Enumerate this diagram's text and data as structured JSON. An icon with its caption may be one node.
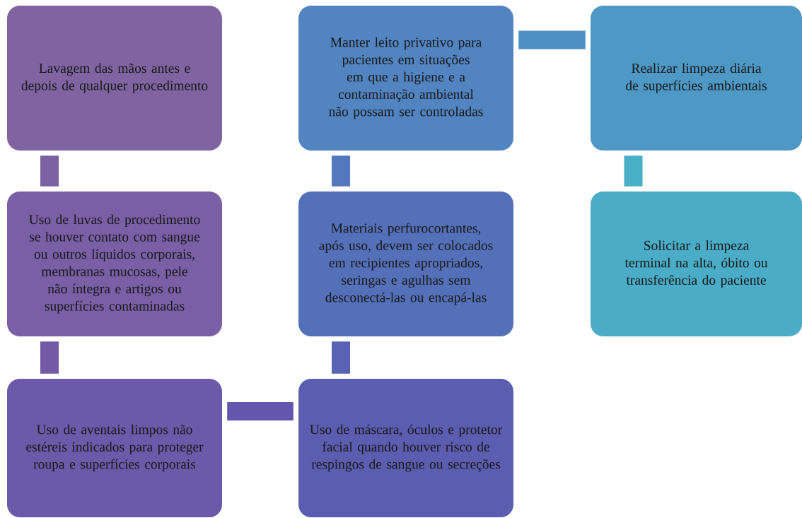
{
  "diagram": {
    "nodes": [
      {
        "text": [
          "Lavagem das mãos antes e depois de qualquer procedimento"
        ]
      },
      {
        "text": [
          "Uso de luvas de procedimento se houver contato com sangue ou outros líquidos corporais, membranas mucosas, pele não íntegra e artigos ou superfícies contaminadas"
        ]
      },
      {
        "text": [
          "Uso de aventais limpos não estéreis indicados para proteger roupa e superfícies corporais"
        ]
      },
      {
        "text": [
          "Uso de máscara, óculos e protetor facial quando houver risco de respingos de sangue ou secreções"
        ]
      },
      {
        "text": [
          "Materiais perfurocortantes, após uso, devem ser colocados em recipientes apropriados, seringas e agulhas sem desconectá-las ou encapá-las"
        ]
      },
      {
        "text": [
          "Manter leito privativo para pacientes em situações em que a higiene e a contaminação ambiental não possam ser controladas"
        ]
      },
      {
        "text": [
          "Realizar limpeza diária de superfícies ambientais"
        ]
      },
      {
        "text": [
          "Solicitar a limpeza terminal na alta, óbito ou transferência do paciente"
        ]
      }
    ],
    "edges": [
      {
        "from": 0,
        "to": 1,
        "arrow": "none",
        "color": "#7d62a3"
      },
      {
        "from": 1,
        "to": 2,
        "arrow": "none",
        "color": "#7459a7"
      },
      {
        "from": 2,
        "to": 3,
        "arrow": "none",
        "color": "#6556ad"
      },
      {
        "from": 3,
        "to": 4,
        "arrow": "none",
        "color": "#5a63b3"
      },
      {
        "from": 4,
        "to": 5,
        "arrow": "none",
        "color": "#5478bd"
      },
      {
        "from": 5,
        "to": 6,
        "arrow": "none",
        "color": "#4e90c4"
      },
      {
        "from": 6,
        "to": 7,
        "arrow": "none",
        "color": "#4ab0c8"
      }
    ]
  }
}
